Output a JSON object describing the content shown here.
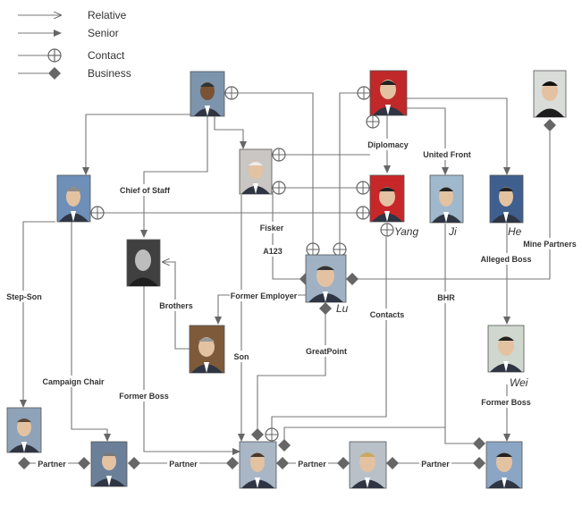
{
  "legend": {
    "relative": "Relative",
    "senior": "Senior",
    "contact": "Contact",
    "business": "Business"
  },
  "edge_labels": {
    "diplomacy": "Diplomacy",
    "united_front": "United Front",
    "chief_of_staff": "Chief of Staff",
    "fisker": "Fisker",
    "a123": "A123",
    "mine_partners": "Mine Partners",
    "alleged_boss": "Alleged Boss",
    "step_son": "Step-Son",
    "former_employer": "Former Employer",
    "brothers": "Brothers",
    "bhr": "BHR",
    "contacts": "Contacts",
    "greatpoint": "GreatPoint",
    "son": "Son",
    "campaign_chair": "Campaign Chair",
    "former_boss_left": "Former Boss",
    "former_boss_right": "Former Boss",
    "partner_1": "Partner",
    "partner_2": "Partner",
    "partner_3": "Partner",
    "partner_4": "Partner"
  },
  "name_labels": {
    "yang": "Yang",
    "ji": "Ji",
    "he": "He",
    "lu": "Lu",
    "wei": "Wei"
  },
  "colors": {
    "edge": "#777777",
    "marker": "#666666",
    "frame": "#555555"
  }
}
